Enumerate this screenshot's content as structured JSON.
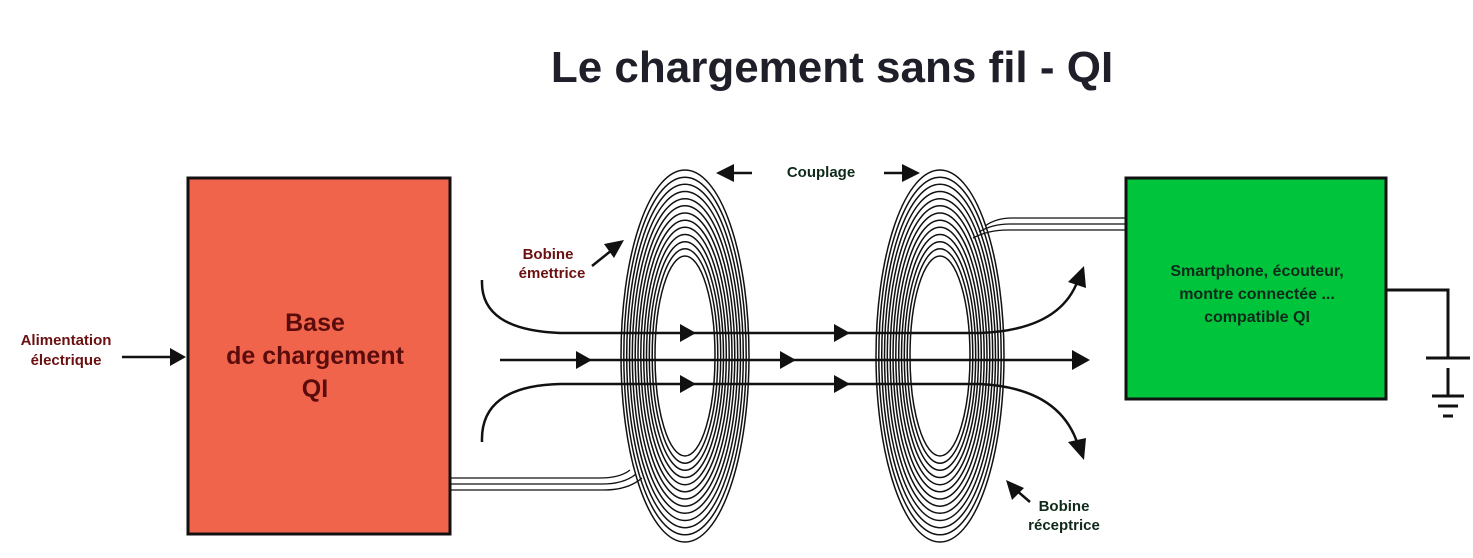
{
  "title": "Le chargement sans fil - QI",
  "labels": {
    "power_line1": "Alimentation",
    "power_line2": "électrique",
    "base_line1": "Base",
    "base_line2": "de chargement",
    "base_line3": "QI",
    "emitter_line1": "Bobine",
    "emitter_line2": "émettrice",
    "coupling": "Couplage",
    "receiver_line1": "Bobine",
    "receiver_line2": "réceptrice",
    "device_line1": "Smartphone, écouteur,",
    "device_line2": "montre connectée ...",
    "device_line3": "compatible QI"
  },
  "colors": {
    "base_fill": "#f1644c",
    "device_fill": "#00c43c",
    "stroke": "#111111",
    "label_red": "#6b1010",
    "label_green": "#0f2a1a"
  }
}
